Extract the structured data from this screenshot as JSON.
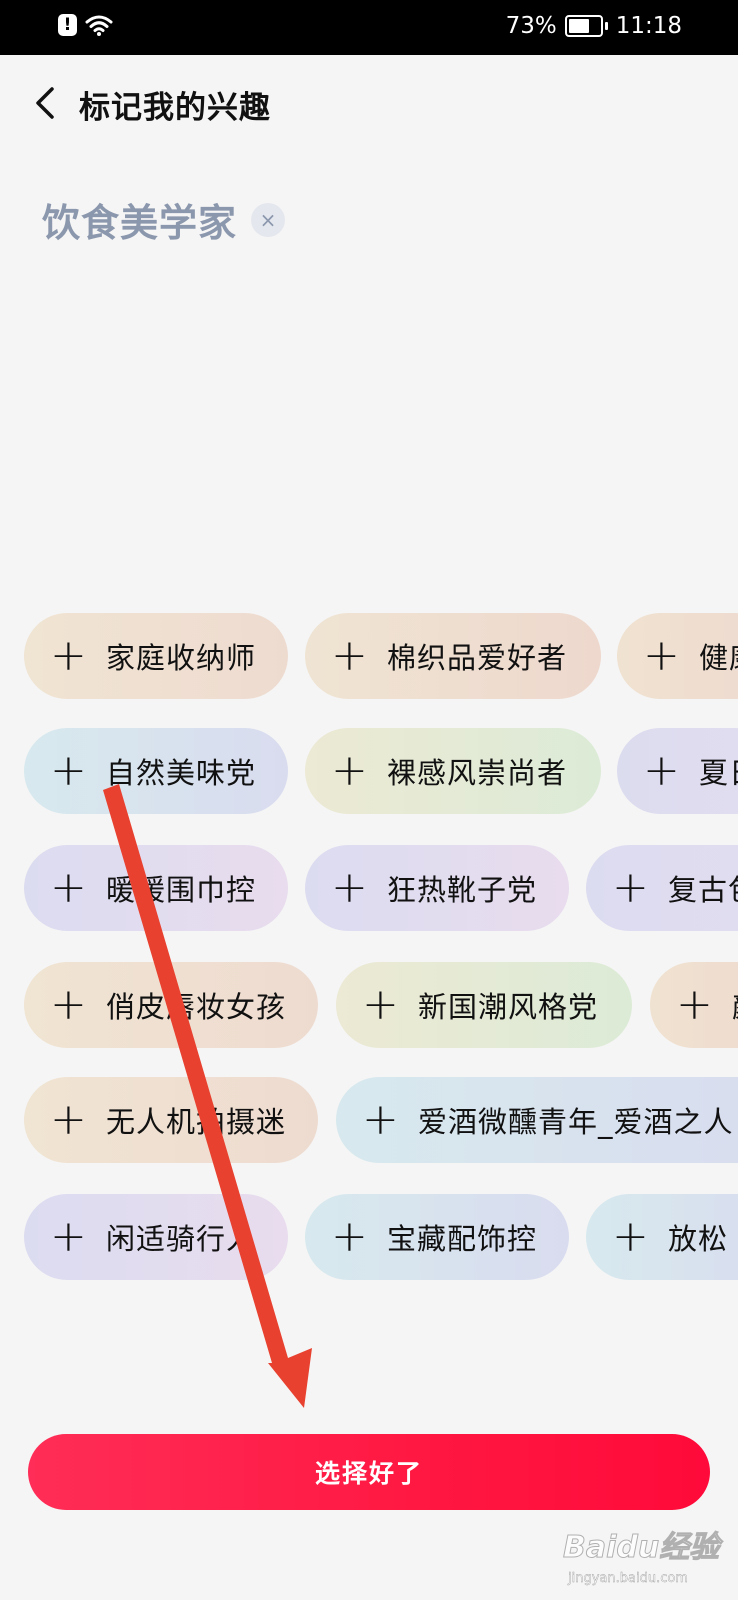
{
  "status_bar": {
    "battery": "73%",
    "battery_level": 0.73,
    "time": "11:18",
    "alert_glyph": "!"
  },
  "header": {
    "title": "标记我的兴趣",
    "back_icon": "chevron-left-icon"
  },
  "selected": [
    {
      "label": "饮食美学家",
      "remove_glyph": "×"
    }
  ],
  "plus_glyph": "+",
  "tags": [
    {
      "label": "家庭收纳师"
    },
    {
      "label": "棉织品爱好者"
    },
    {
      "label": "健康"
    },
    {
      "label": "自然美味党"
    },
    {
      "label": "裸感风崇尚者"
    },
    {
      "label": "夏日"
    },
    {
      "label": "暖暖围巾控"
    },
    {
      "label": "狂热靴子党"
    },
    {
      "label": "复古包"
    },
    {
      "label": "俏皮唇妆女孩"
    },
    {
      "label": "新国潮风格党"
    },
    {
      "label": "颜"
    },
    {
      "label": "无人机拍摄迷"
    },
    {
      "label": "爱酒微醺青年_爱酒之人"
    },
    {
      "label": "闲适骑行人"
    },
    {
      "label": "宝藏配饰控"
    },
    {
      "label": "放松"
    }
  ],
  "confirm_button": {
    "label": "选择好了"
  },
  "annotation": {
    "arrow_color": "#e8412f"
  },
  "watermark": {
    "text": "Baidu经验",
    "sub": "jingyan.baidu.com"
  }
}
